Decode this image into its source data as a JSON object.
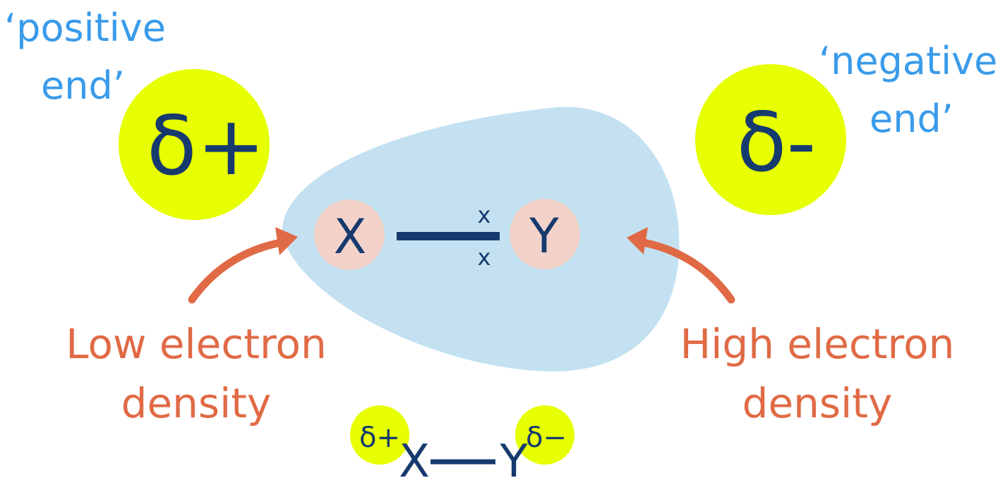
{
  "labels": {
    "positive_end_line1": "‘positive",
    "positive_end_line2": "end’",
    "negative_end_line1": "‘negative",
    "negative_end_line2": "end’",
    "delta_plus": "δ+",
    "delta_minus": "δ-",
    "atom_x": "X",
    "atom_y": "Y",
    "electron_top": "x",
    "electron_bottom": "x",
    "low_density_line1": "Low electron",
    "low_density_line2": "density",
    "high_density_line1": "High electron",
    "high_density_line2": "density",
    "mini_delta_plus": "δ+",
    "mini_delta_minus": "δ−",
    "mini_x": "X",
    "mini_y": "Y"
  },
  "colors": {
    "cloud": "#c3e1f1",
    "atom": "#f2d2c9",
    "badge": "#e7ff00",
    "dark_text": "#163a6e",
    "accent": "#e06a45",
    "note": "#3a9bea"
  }
}
